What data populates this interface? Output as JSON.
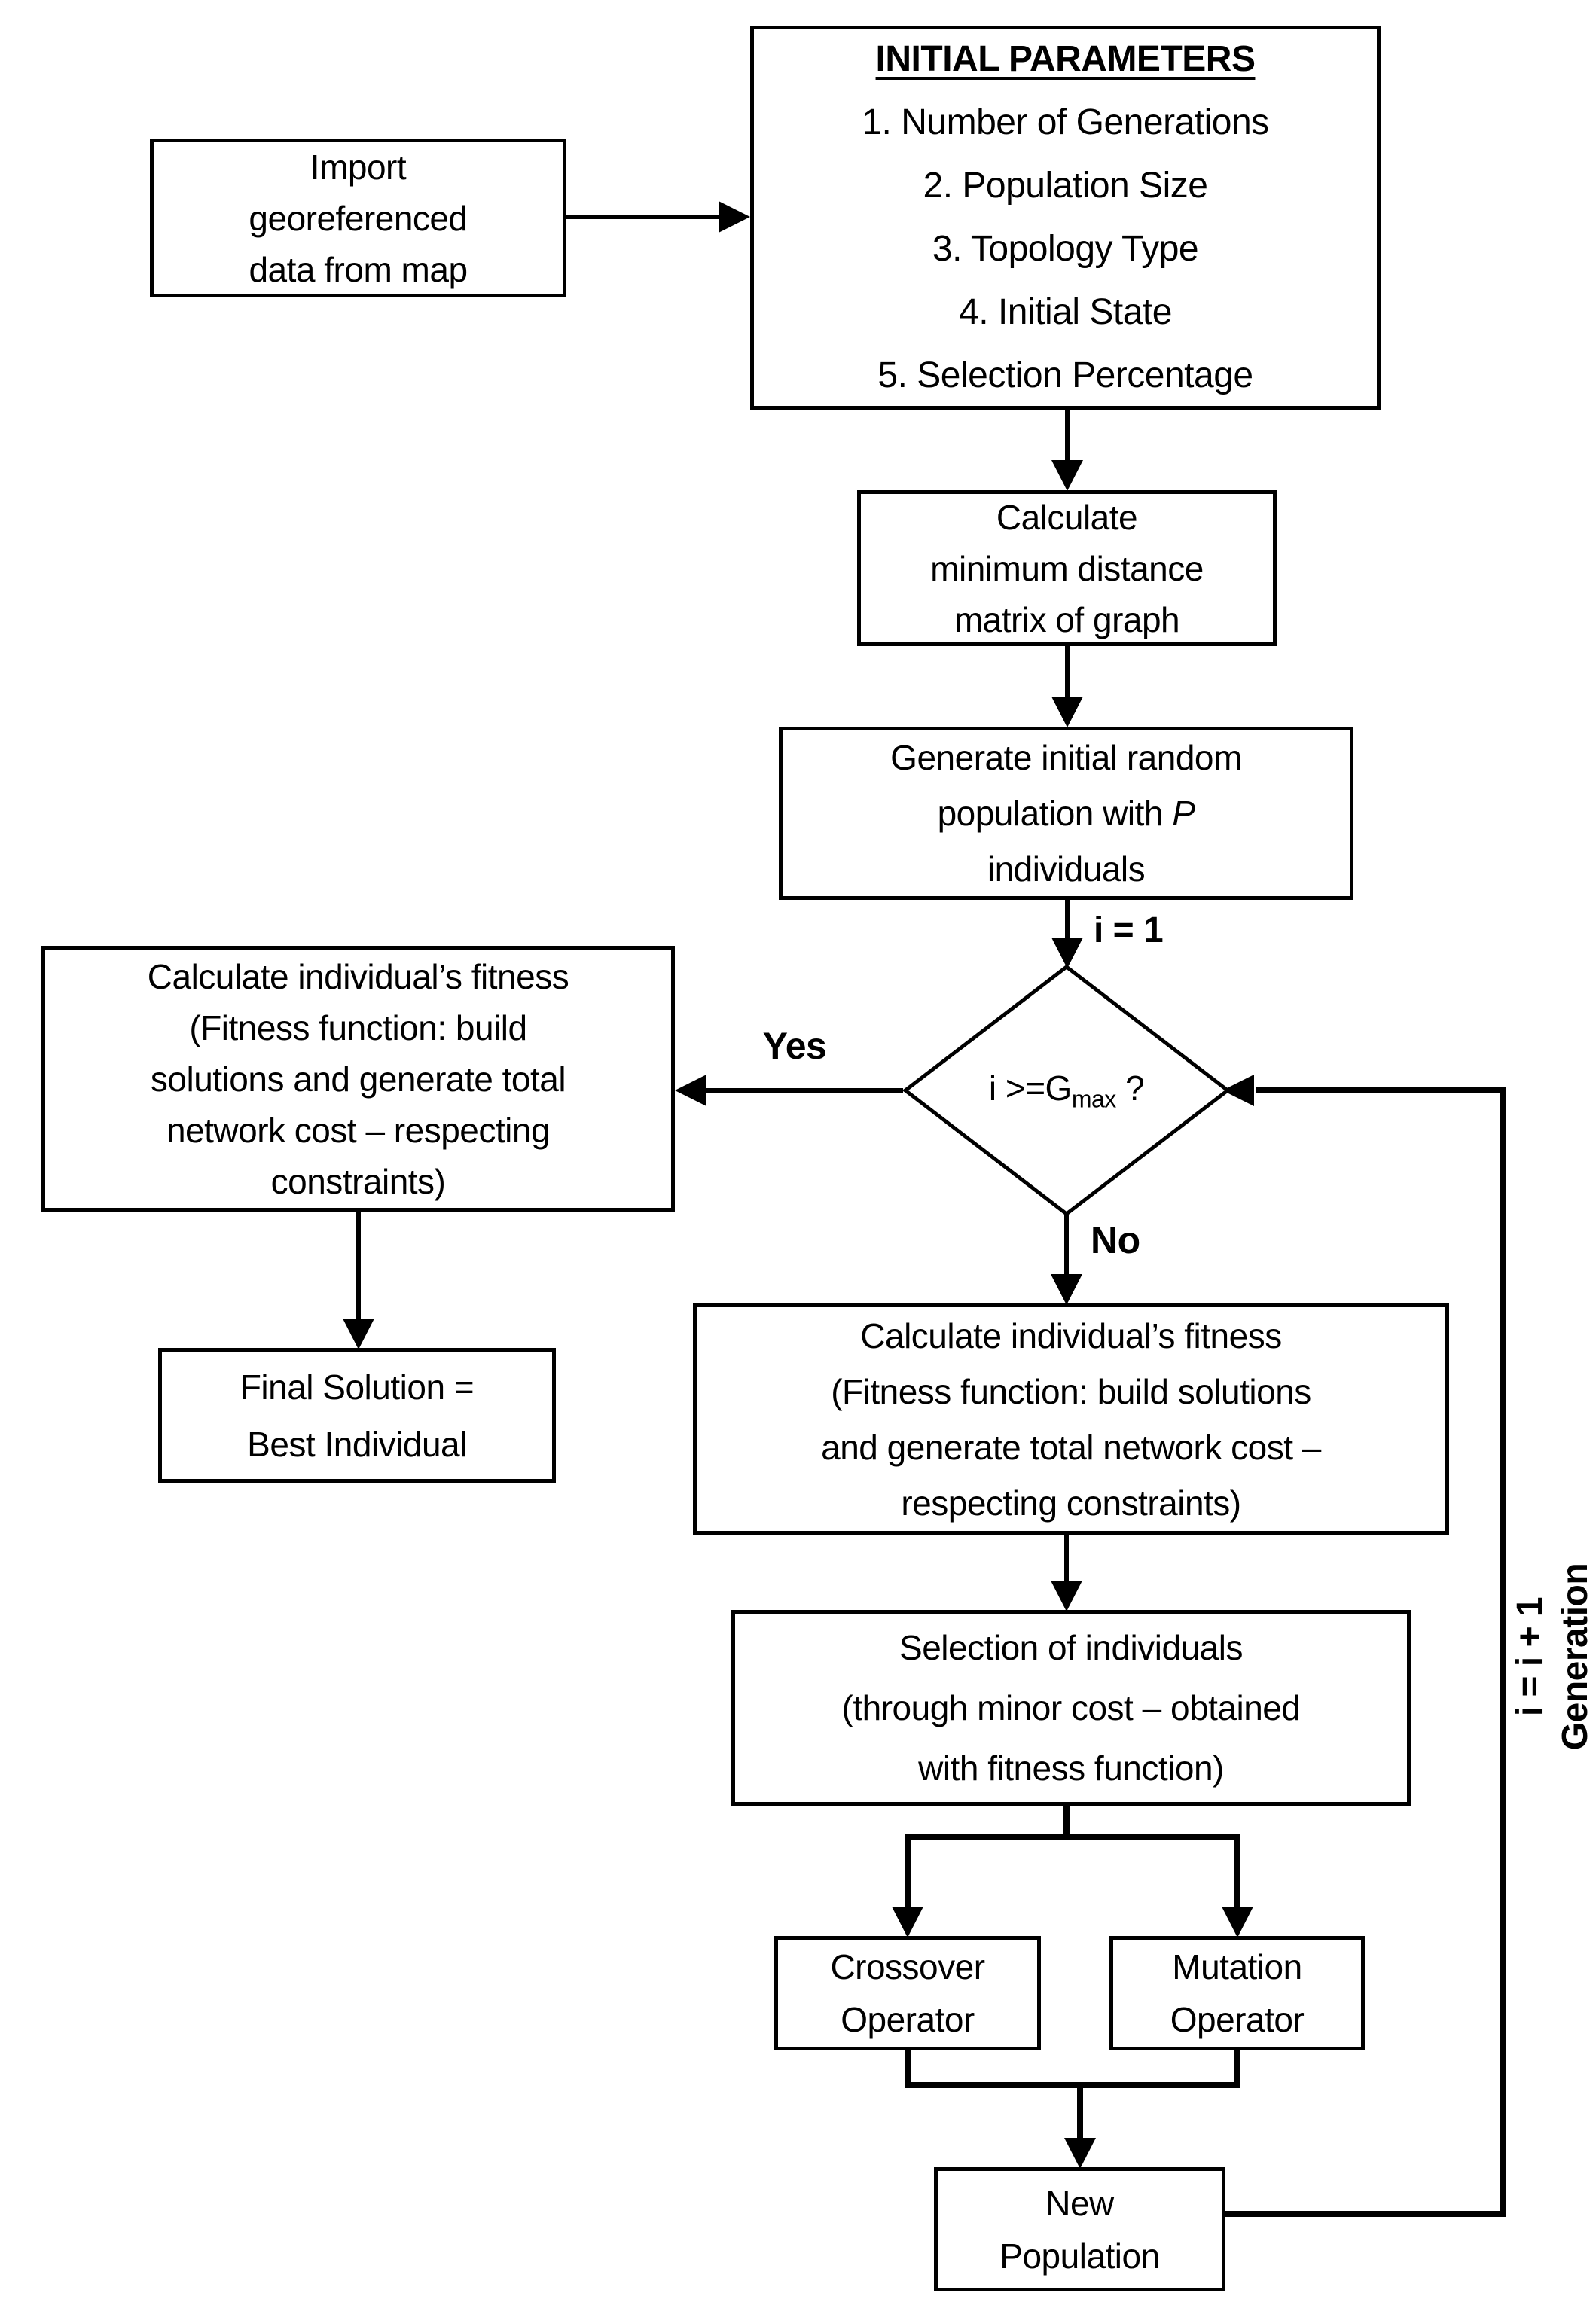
{
  "diagram": {
    "background": "#ffffff",
    "line_color": "#000000",
    "nodes": {
      "import": {
        "text": "Import\ngeoreferenced\ndata from map"
      },
      "initial_parameters": {
        "title": "INITIAL PARAMETERS",
        "items": [
          "1. Number of Generations",
          "2. Population Size",
          "3. Topology Type",
          "4. Initial State",
          "5. Selection Percentage"
        ]
      },
      "calc_matrix": {
        "text": "Calculate\nminimum distance\nmatrix of graph"
      },
      "generate_population": {
        "prefix": "Generate initial random\npopulation with ",
        "italic": "P",
        "suffix": "\nindividuals"
      },
      "decision": {
        "prefix": "i >=G",
        "subscript": "max",
        "suffix": " ?"
      },
      "fitness_yes": {
        "text": "Calculate individual’s fitness\n(Fitness function: build\nsolutions and generate total\nnetwork cost – respecting\nconstraints)"
      },
      "final_solution": {
        "text": "Final Solution =\nBest Individual"
      },
      "fitness_no": {
        "text": "Calculate individual’s fitness\n(Fitness function: build solutions\nand generate total network cost –\nrespecting constraints)"
      },
      "selection": {
        "text": "Selection of individuals\n(through minor cost – obtained\nwith fitness function)"
      },
      "crossover": {
        "text": "Crossover\nOperator"
      },
      "mutation": {
        "text": "Mutation\nOperator"
      },
      "new_population": {
        "text": "New\nPopulation"
      }
    },
    "labels": {
      "iter_init": "i = 1",
      "yes": "Yes",
      "no": "No",
      "increment": "i = i + 1",
      "generation": "Generation"
    }
  }
}
